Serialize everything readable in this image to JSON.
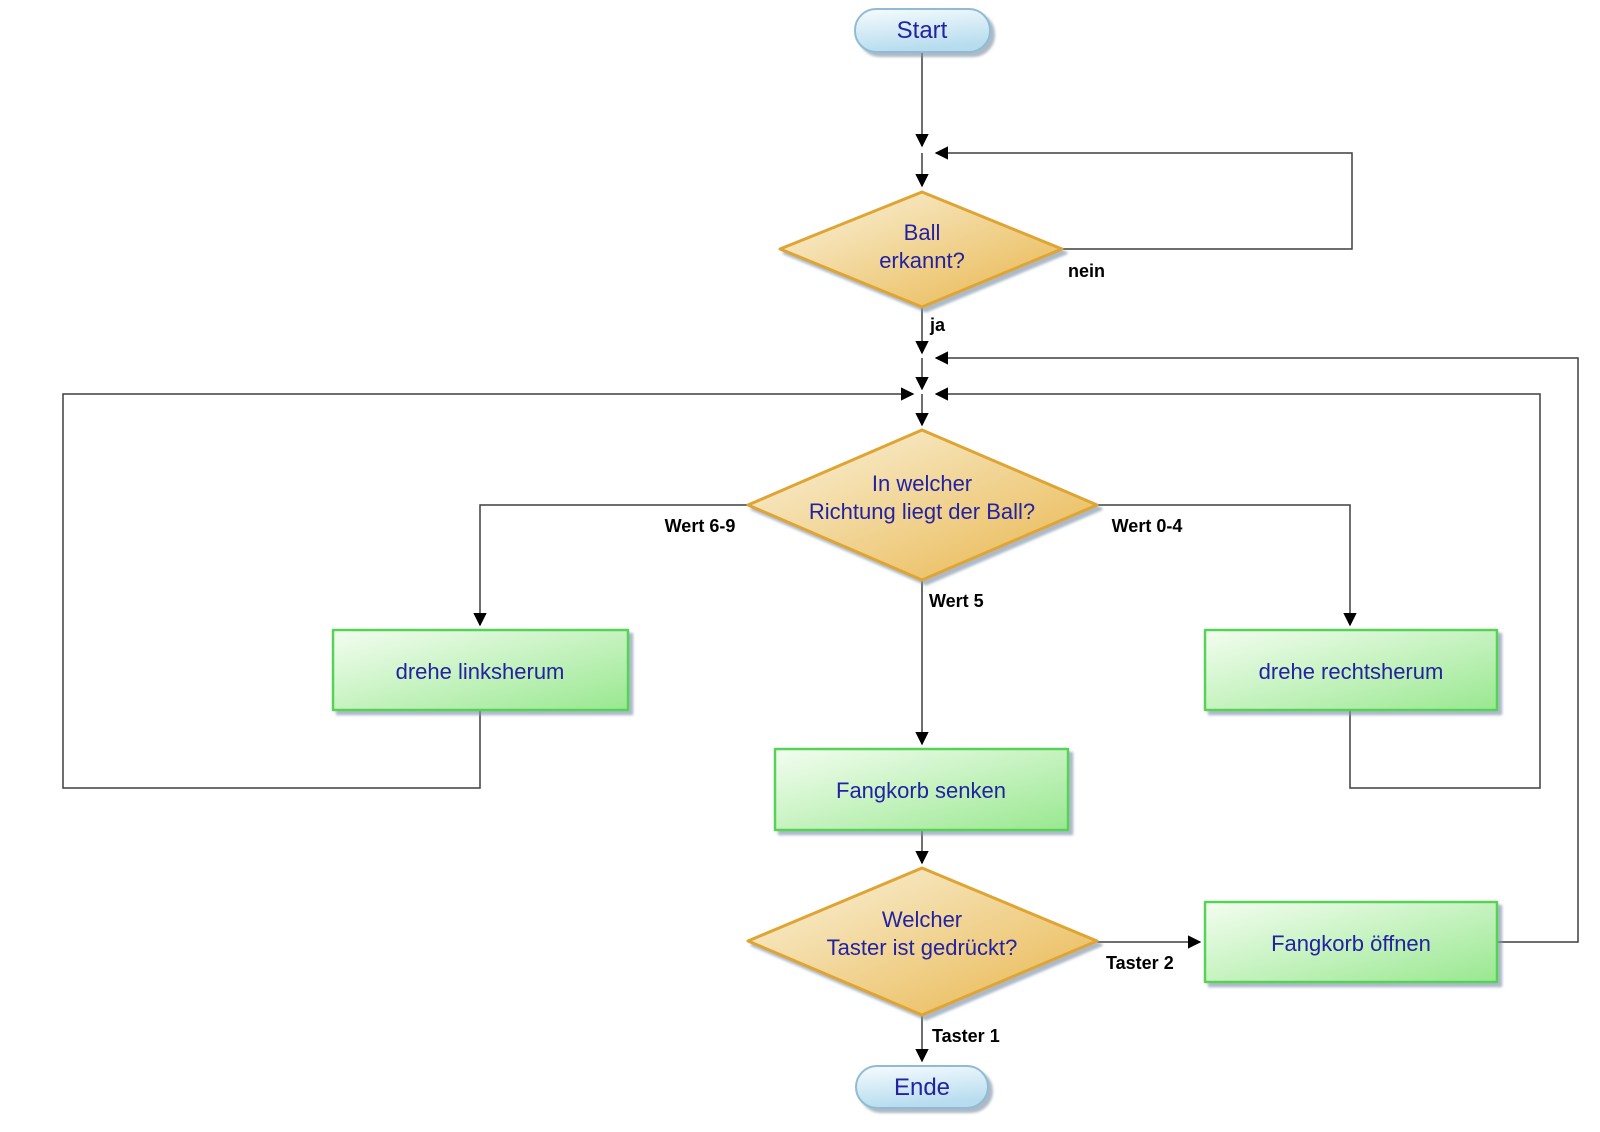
{
  "diagram": {
    "kind": "flowchart",
    "nodes": [
      {
        "id": "start",
        "type": "terminator",
        "label": "Start"
      },
      {
        "id": "ball-erkannt",
        "type": "decision",
        "line1": "Ball",
        "line2": "erkannt?"
      },
      {
        "id": "richtung",
        "type": "decision",
        "line1": "In welcher",
        "line2": "Richtung liegt der Ball?"
      },
      {
        "id": "drehe-linksherum",
        "type": "process",
        "label": "drehe linksherum"
      },
      {
        "id": "drehe-rechtsherum",
        "type": "process",
        "label": "drehe rechtsherum"
      },
      {
        "id": "fangkorb-senken",
        "type": "process",
        "label": "Fangkorb senken"
      },
      {
        "id": "welcher-taster",
        "type": "decision",
        "line1": "Welcher",
        "line2": "Taster ist gedrückt?"
      },
      {
        "id": "fangkorb-oeffnen",
        "type": "process",
        "label": "Fangkorb öffnen"
      },
      {
        "id": "ende",
        "type": "terminator",
        "label": "Ende"
      }
    ],
    "edge_labels": {
      "nein": "nein",
      "ja": "ja",
      "wert_6_9": "Wert 6-9",
      "wert_0_4": "Wert 0-4",
      "wert_5": "Wert 5",
      "taster_2": "Taster 2",
      "taster_1": "Taster 1"
    },
    "colors": {
      "background": "#ffffff",
      "line": "#3f3f3f",
      "arrowhead": "#000000",
      "node_text": "#2222a2",
      "edge_label_text": "#000000",
      "decision_fill_top": "#faf3dd",
      "decision_fill_bottom": "#e8b54a",
      "decision_border": "#dfa430",
      "process_fill_top": "#f3fdf0",
      "process_fill_bottom": "#99e890",
      "process_border": "#57d357",
      "terminator_fill_top": "#f6fbfe",
      "terminator_fill_bottom": "#b6dcee",
      "terminator_border": "#8fbcd2",
      "shadow": "#8094a8"
    }
  }
}
